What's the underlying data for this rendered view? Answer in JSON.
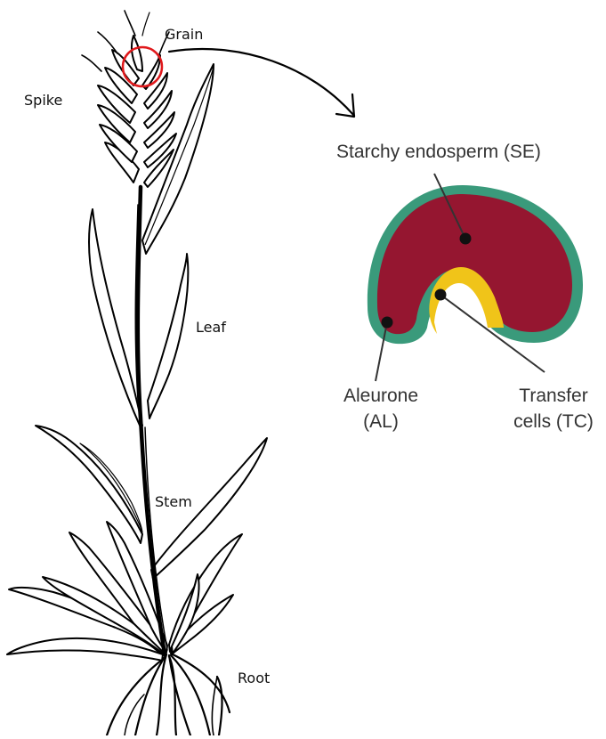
{
  "plant": {
    "labels": {
      "grain": "Grain",
      "spike": "Spike",
      "leaf": "Leaf",
      "stem": "Stem",
      "root": "Root"
    }
  },
  "grain_section": {
    "labels": {
      "starchy_endosperm": "Starchy endosperm (SE)",
      "aleurone_line1": "Aleurone",
      "aleurone_line2": "(AL)",
      "transfer_line1": "Transfer",
      "transfer_line2": "cells (TC)"
    },
    "colors": {
      "aleurone": "#3a9a7b",
      "starchy_endosperm": "#951630",
      "transfer_cells": "#f0c419",
      "highlight_circle": "#e0191c"
    }
  },
  "icons": [
    "callout-arrow",
    "leader-dot"
  ]
}
